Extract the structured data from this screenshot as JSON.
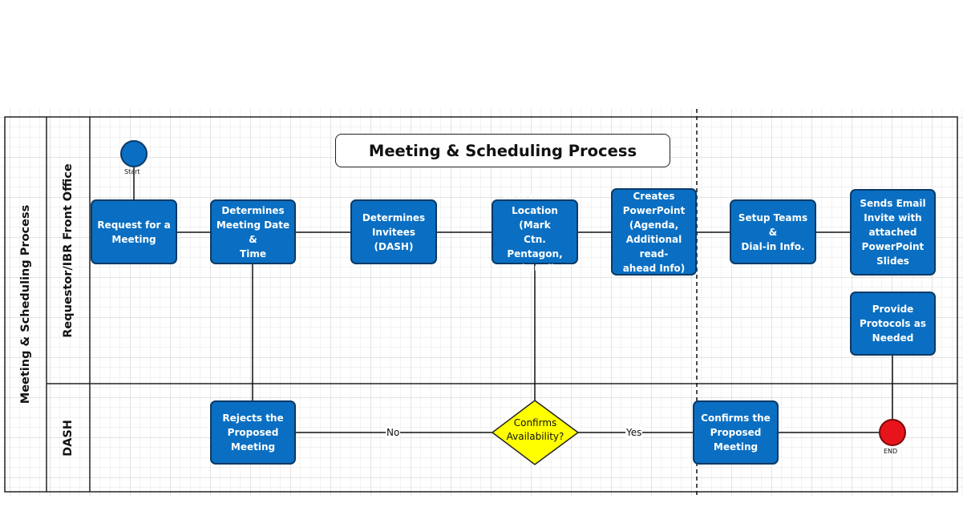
{
  "diagram": {
    "title": "Meeting & Scheduling Process",
    "pool_label": "Meeting & Scheduling Process",
    "lanes": [
      {
        "id": "requestor",
        "label": "Requestor/IBR Front Office"
      },
      {
        "id": "dash",
        "label": "DASH"
      }
    ],
    "start_label": "Start",
    "end_label": "END",
    "steps": {
      "request": "Request for a\nMeeting",
      "date_time": "Determines\nMeeting Date &\nTime",
      "invitees": "Determines\nInvitees (DASH)",
      "location": "Determines\nLocation (Mark\nCtn. Pentagon,\nVirtual)",
      "powerpoint": "Creates\nPowerPoint\n(Agenda,\nAdditional read-\nahead Info)",
      "teams": "Setup Teams &\nDial-in Info.",
      "email": "Sends Email\nInvite with\nattached\nPowerPoint\nSlides",
      "protocols": "Provide\nProtocols as\nNeeded",
      "reject": "Rejects the\nProposed\nMeeting",
      "confirm": "Confirms the\nProposed\nMeeting"
    },
    "decision": "Confirms\nAvailability?",
    "edge_labels": {
      "no": "No",
      "yes": "Yes"
    },
    "colors": {
      "box_fill": "#0a6fc2",
      "box_border": "#0b3a66",
      "start_fill": "#0a6fc2",
      "end_fill": "#e8141b",
      "decision_fill": "#ffff00",
      "grid": "#d6d6d6"
    }
  }
}
